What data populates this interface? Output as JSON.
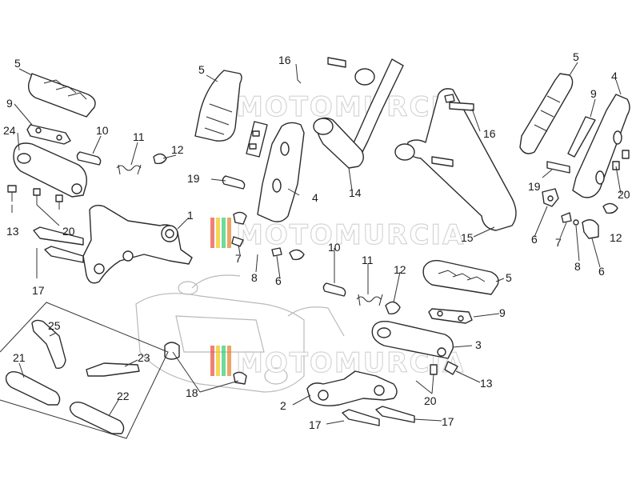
{
  "watermark": {
    "text": "MOTOMURCIA",
    "stripe_colors": [
      "#e74c3c",
      "#f1c40f",
      "#2ecc71",
      "#e67e22"
    ]
  },
  "callouts": [
    {
      "id": "c5a",
      "label": "5"
    },
    {
      "id": "c9a",
      "label": "9"
    },
    {
      "id": "c10a",
      "label": "10"
    },
    {
      "id": "c11a",
      "label": "11"
    },
    {
      "id": "c12a",
      "label": "12"
    },
    {
      "id": "c24",
      "label": "24"
    },
    {
      "id": "c1",
      "label": "1"
    },
    {
      "id": "c13a",
      "label": "13"
    },
    {
      "id": "c20a",
      "label": "20"
    },
    {
      "id": "c17a",
      "label": "17"
    },
    {
      "id": "c5b",
      "label": "5"
    },
    {
      "id": "c16a",
      "label": "16"
    },
    {
      "id": "c19a",
      "label": "19"
    },
    {
      "id": "c4a",
      "label": "4"
    },
    {
      "id": "c14",
      "label": "14"
    },
    {
      "id": "c16b",
      "label": "16"
    },
    {
      "id": "c5c",
      "label": "5"
    },
    {
      "id": "c4b",
      "label": "4"
    },
    {
      "id": "c9b",
      "label": "9"
    },
    {
      "id": "c19b",
      "label": "19"
    },
    {
      "id": "c20b",
      "label": "20"
    },
    {
      "id": "c15",
      "label": "15"
    },
    {
      "id": "c6a",
      "label": "6"
    },
    {
      "id": "c7a",
      "label": "7"
    },
    {
      "id": "c12b",
      "label": "12"
    },
    {
      "id": "c8a",
      "label": "8"
    },
    {
      "id": "c6b",
      "label": "6"
    },
    {
      "id": "c7b",
      "label": "7"
    },
    {
      "id": "c8b",
      "label": "8"
    },
    {
      "id": "c6c",
      "label": "6"
    },
    {
      "id": "c10b",
      "label": "10"
    },
    {
      "id": "c11b",
      "label": "11"
    },
    {
      "id": "c12c",
      "label": "12"
    },
    {
      "id": "c5d",
      "label": "5"
    },
    {
      "id": "c9c",
      "label": "9"
    },
    {
      "id": "c3",
      "label": "3"
    },
    {
      "id": "c13b",
      "label": "13"
    },
    {
      "id": "c20c",
      "label": "20"
    },
    {
      "id": "c25",
      "label": "25"
    },
    {
      "id": "c21",
      "label": "21"
    },
    {
      "id": "c23",
      "label": "23"
    },
    {
      "id": "c22",
      "label": "22"
    },
    {
      "id": "c18",
      "label": "18"
    },
    {
      "id": "c2",
      "label": "2"
    },
    {
      "id": "c17b",
      "label": "17"
    },
    {
      "id": "c17c",
      "label": "17"
    }
  ]
}
